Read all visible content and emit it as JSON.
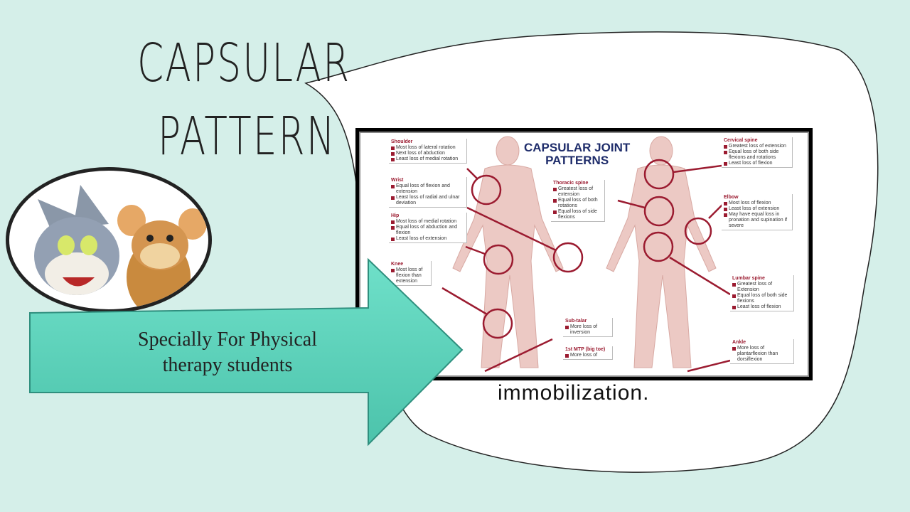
{
  "slide": {
    "title_line1": "CAPSULAR",
    "title_line2": "PATTERN",
    "arrow_text_line1": "Specially For  Physical",
    "arrow_text_line2": "therapy  students",
    "background_text": "immobilization.",
    "colors": {
      "background": "#d5efe9",
      "arrow": "#5fd3bd",
      "accent": "#9b1b30",
      "poster_title": "#1f2d6b"
    }
  },
  "poster": {
    "title_line1": "CAPSULAR JOINT",
    "title_line2": "PATTERNS",
    "joints": [
      {
        "name": "Shoulder",
        "items": [
          "Most loss of lateral rotation",
          "Next loss of abduction",
          "Least loss of medial rotation"
        ]
      },
      {
        "name": "Wrist",
        "items": [
          "Equal loss of flexion and extension",
          "Least loss of radial and ulnar deviation"
        ]
      },
      {
        "name": "Hip",
        "items": [
          "Most loss of medial rotation",
          "Equal loss of abduction and flexion",
          "Least loss of extension"
        ]
      },
      {
        "name": "Knee",
        "items": [
          "Most loss of flexion than extension"
        ]
      },
      {
        "name": "Thoracic spine",
        "items": [
          "Greatest loss of extension",
          "Equal loss of both rotations",
          "Equal loss of side flexions"
        ]
      },
      {
        "name": "Cervical spine",
        "items": [
          "Greatest loss of extension",
          "Equal loss of both side flexions and rotations",
          "Least loss of flexion"
        ]
      },
      {
        "name": "Elbow",
        "items": [
          "Most loss of flexion",
          "Least loss of extension",
          "May have equal loss in pronation and supination if severe"
        ]
      },
      {
        "name": "Lumbar spine",
        "items": [
          "Greatest loss of Extension",
          "Equal loss of both side flexions",
          "Least loss of flexion"
        ]
      },
      {
        "name": "Sub-talar",
        "items": [
          "More loss of inversion"
        ]
      },
      {
        "name": "1st MTP (big toe)",
        "items": [
          "More loss of"
        ]
      },
      {
        "name": "Ankle",
        "items": [
          "More loss of plantarflexion than dorsiflexion"
        ]
      }
    ]
  }
}
